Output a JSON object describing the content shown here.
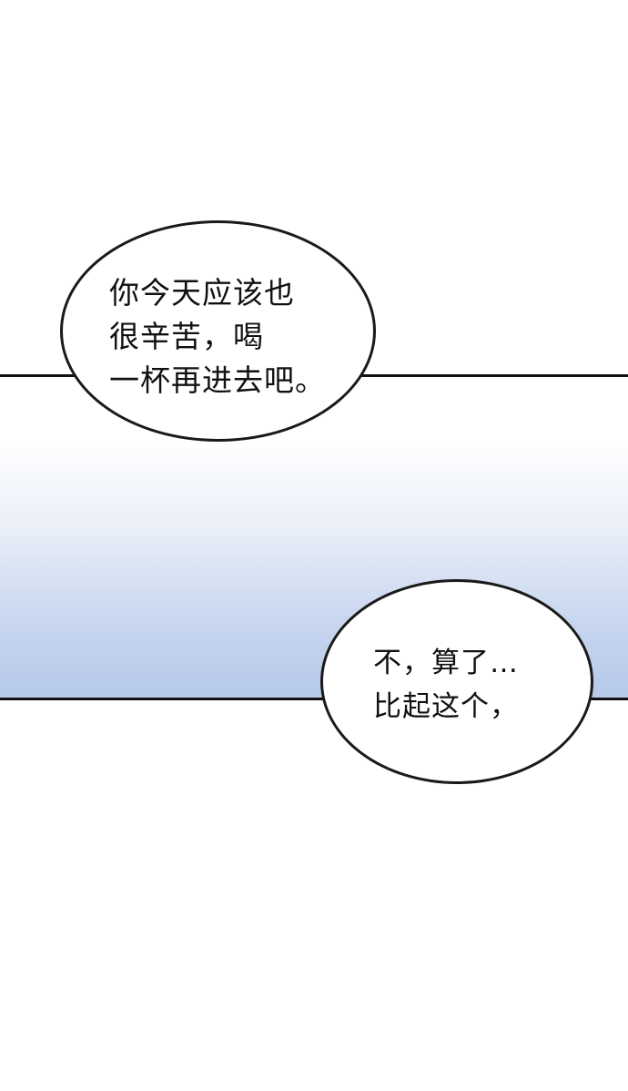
{
  "bubble_1": {
    "lines": [
      "你今天应该也",
      "很辛苦，喝",
      "一杯再进去吧。"
    ]
  },
  "bubble_2": {
    "lines": [
      "不，算了…",
      "比起这个，"
    ]
  },
  "colors": {
    "outline": "#1a1a1a",
    "gradient_top": "#ffffff",
    "gradient_bottom": "#b6c9ea"
  }
}
